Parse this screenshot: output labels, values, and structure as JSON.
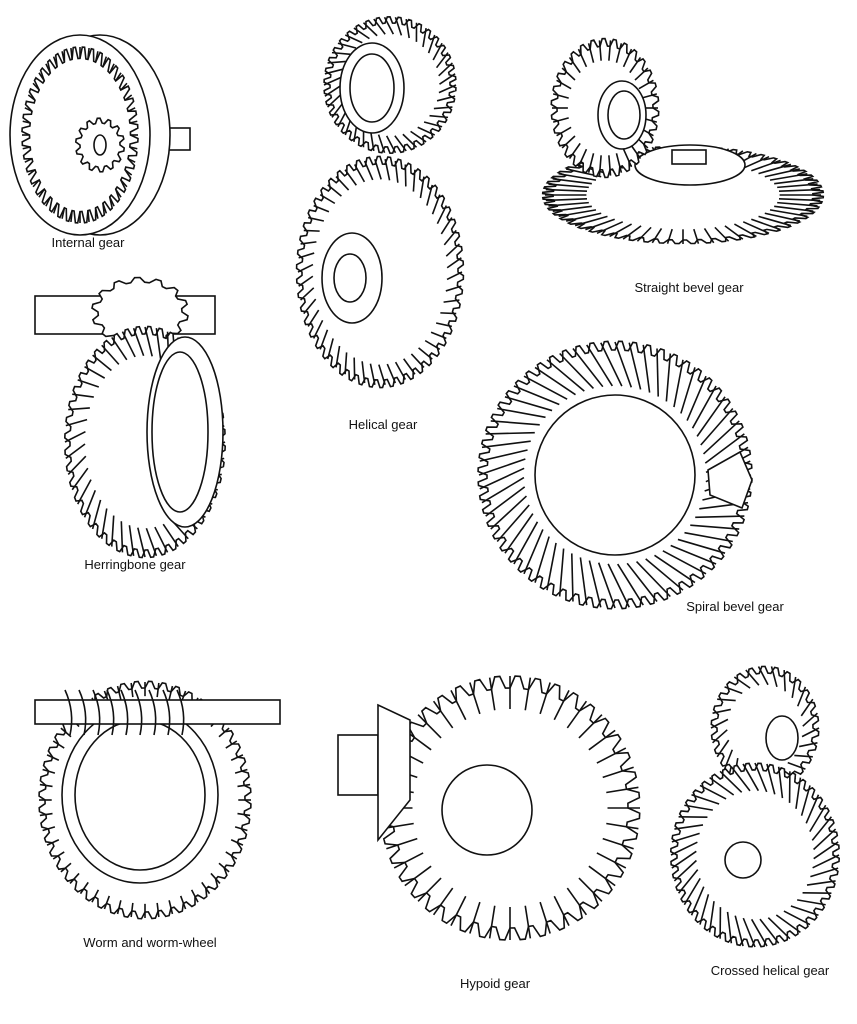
{
  "diagram": {
    "ink_color": "#111111",
    "background": "#ffffff",
    "gears": [
      {
        "id": "internal",
        "label": "Internal gear"
      },
      {
        "id": "helical",
        "label": "Helical gear"
      },
      {
        "id": "straight-bevel",
        "label": "Straight bevel gear"
      },
      {
        "id": "herringbone",
        "label": "Herringbone gear"
      },
      {
        "id": "spiral-bevel",
        "label": "Spiral bevel gear"
      },
      {
        "id": "worm",
        "label": "Worm and worm-wheel"
      },
      {
        "id": "hypoid",
        "label": "Hypoid gear"
      },
      {
        "id": "crossed-helical",
        "label": "Crossed helical gear"
      }
    ]
  }
}
